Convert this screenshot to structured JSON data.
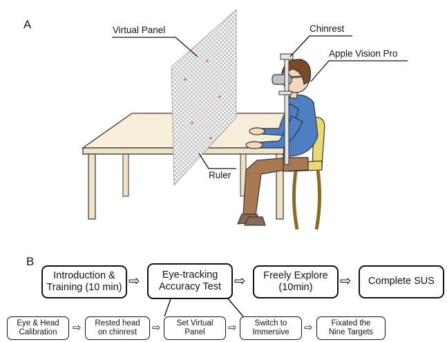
{
  "panel_a": {
    "letter": "A",
    "labels": {
      "virtual_panel": "Virtual Panel",
      "chinrest": "Chinrest",
      "apple_vision_pro": "Apple Vision Pro",
      "ruler": "Ruler"
    }
  },
  "panel_b": {
    "letter": "B",
    "main_steps": [
      "Introduction &\nTraining (10 min)",
      "Eye-tracking\nAccuracy Test",
      "Freely Explore\n(10min)",
      "Complete SUS"
    ],
    "sub_steps": [
      "Eye & Head\nCalibration",
      "Rested head\non chinrest",
      "Set Virtual\nPanel",
      "Switch to\nImmersive",
      "Fixated the\nNine Targets"
    ],
    "arrow_glyph": "⇨"
  },
  "colors": {
    "table_top": "#f7efd9",
    "table_legs": "#efe2c6",
    "panel_check": "#c9c9c9",
    "shirt": "#4f7fc3",
    "pants": "#a97a52",
    "hair": "#7a4a26",
    "skin": "#f6d7bb",
    "chair": "#e9d873",
    "ruler": "#f3e27a",
    "targets": "#e8594a"
  }
}
